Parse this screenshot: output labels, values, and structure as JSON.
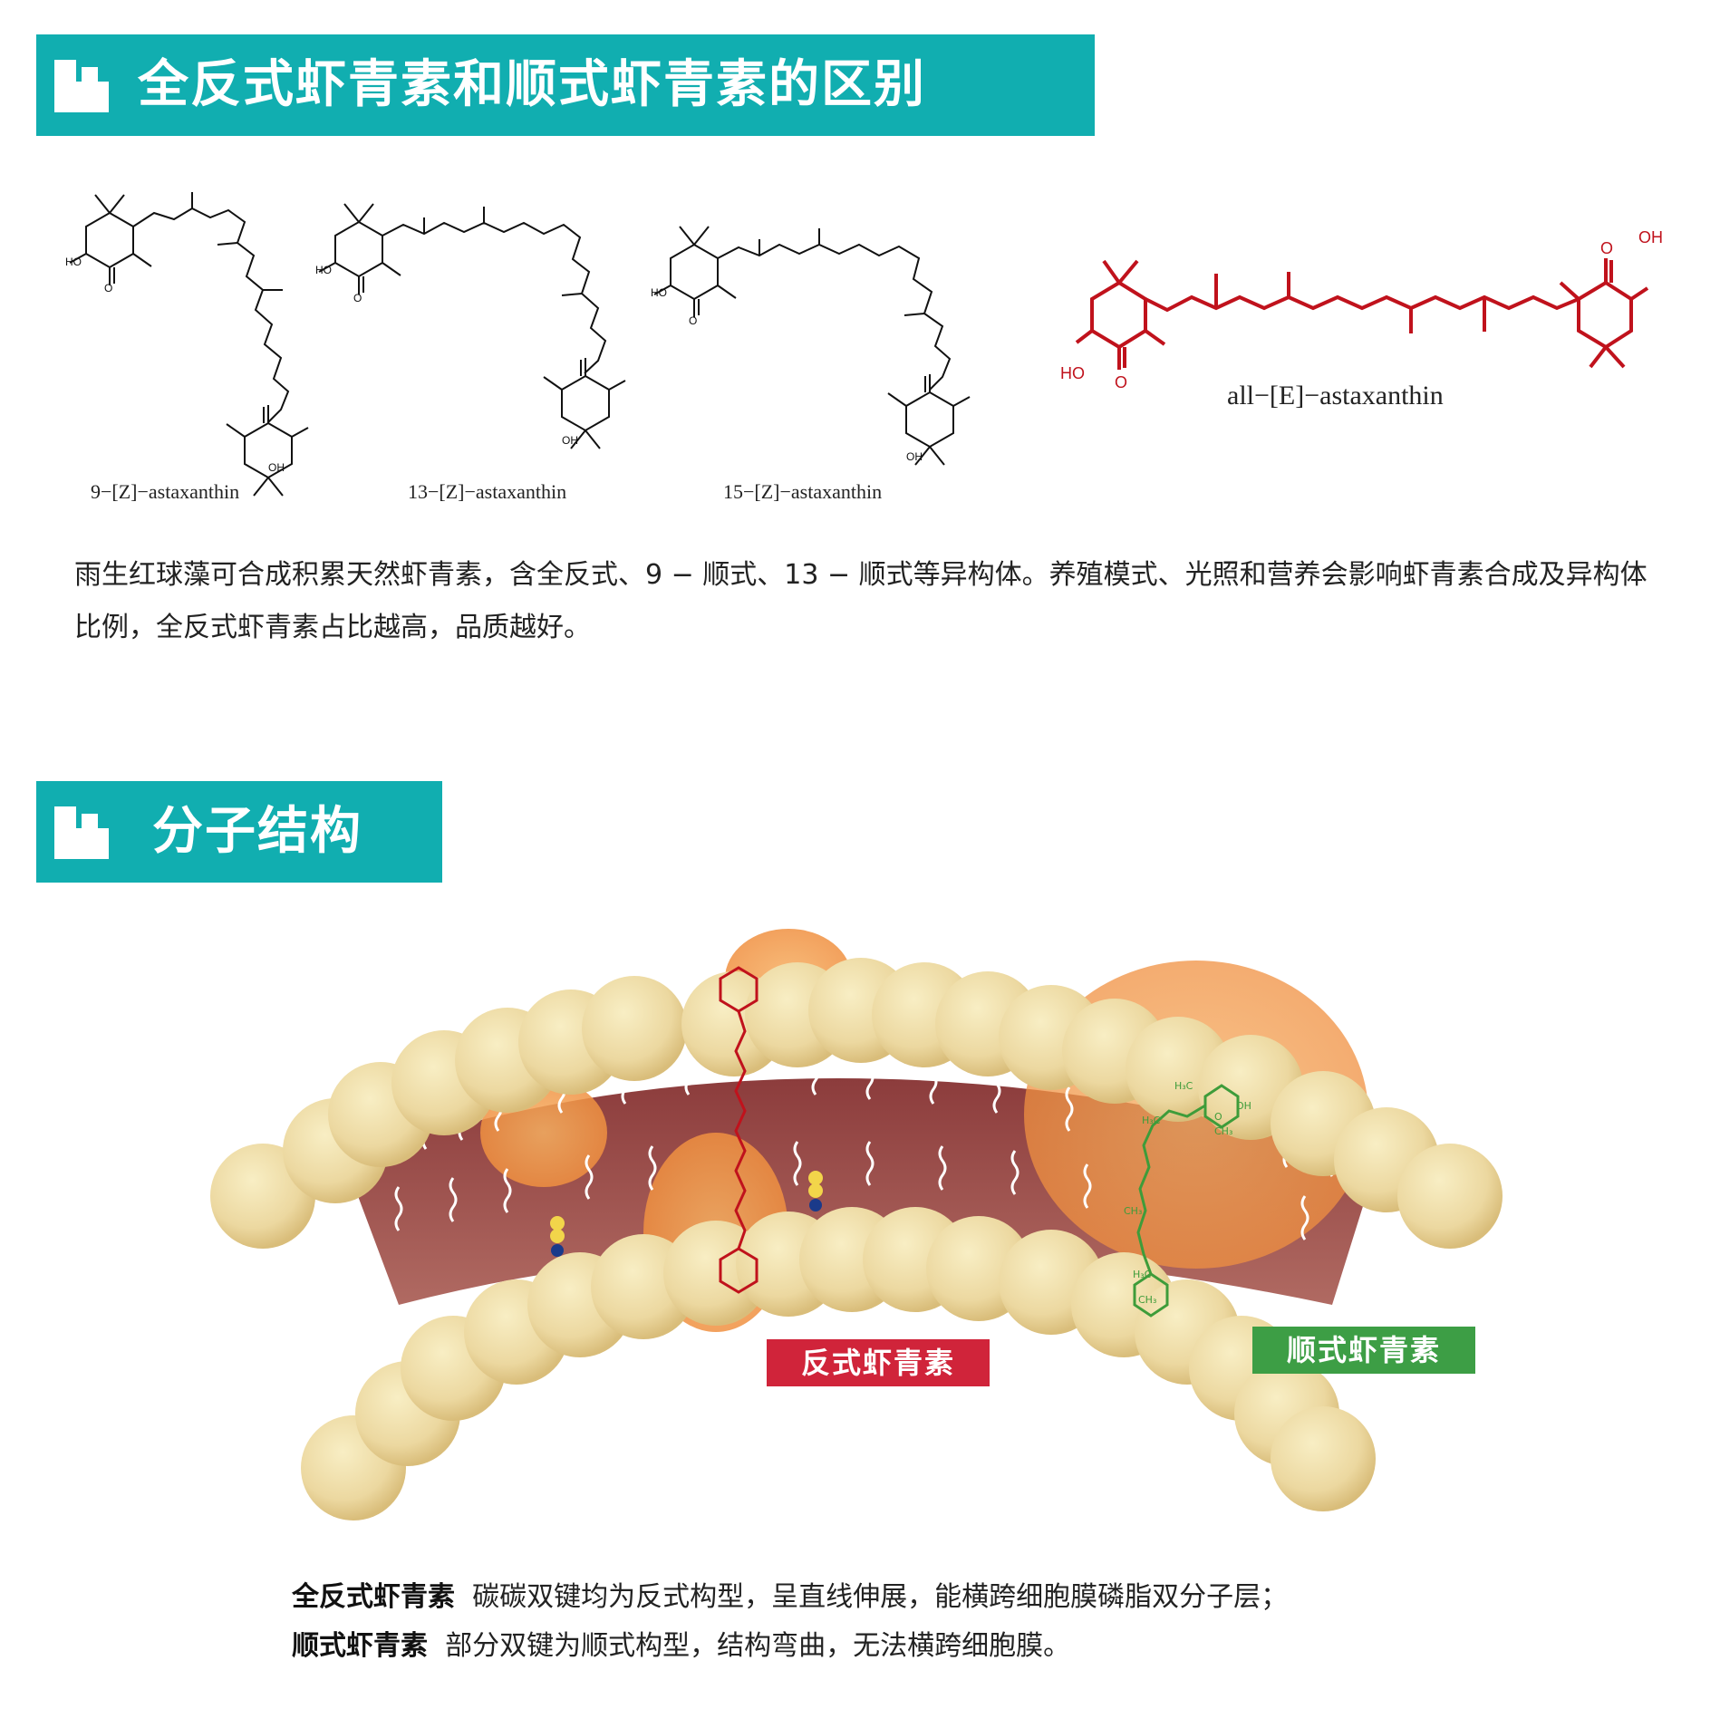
{
  "section1": {
    "title": "全反式虾青素和顺式虾青素的区别",
    "molecules": [
      {
        "name": "9−[Z]−astaxanthin"
      },
      {
        "name": "13−[Z]−astaxanthin"
      },
      {
        "name": "15−[Z]−astaxanthin"
      },
      {
        "name": "all−[E]−astaxanthin",
        "color": "#c0121c"
      }
    ],
    "atom_labels": {
      "hydroxyl": "HO",
      "hydroxyl_right": "OH",
      "oxygen": "O"
    },
    "paragraph": "雨生红球藻可合成积累天然虾青素，含全反式、9 − 顺式、13 − 顺式等异构体。养殖模式、光照和营养会影响虾青素合成及异构体比例，全反式虾青素占比越高，品质越好。"
  },
  "section2": {
    "title": "分子结构",
    "tag_trans": "反式虾青素",
    "tag_cis": "顺式虾青素",
    "cis_atom_labels": [
      "H₃C",
      "H₃C",
      "CH₃",
      "CH₃",
      "H₃C",
      "CH₃",
      "OH",
      "O"
    ],
    "desc1_bold": "全反式虾青素",
    "desc1_text": "碳碳双键均为反式构型，呈直线伸展，能横跨细胞膜磷脂双分子层；",
    "desc2_bold": "顺式虾青素",
    "desc2_text": "部分双键为顺式构型，结构弯曲，无法横跨细胞膜。"
  },
  "colors": {
    "banner": "#11aeb0",
    "trans_red": "#c0121c",
    "cis_green": "#3e9c3a",
    "tag_red": "#d0243a",
    "tag_green": "#3d9e45",
    "membrane": "#9c4a4a",
    "bead": "#ecd8a0"
  }
}
